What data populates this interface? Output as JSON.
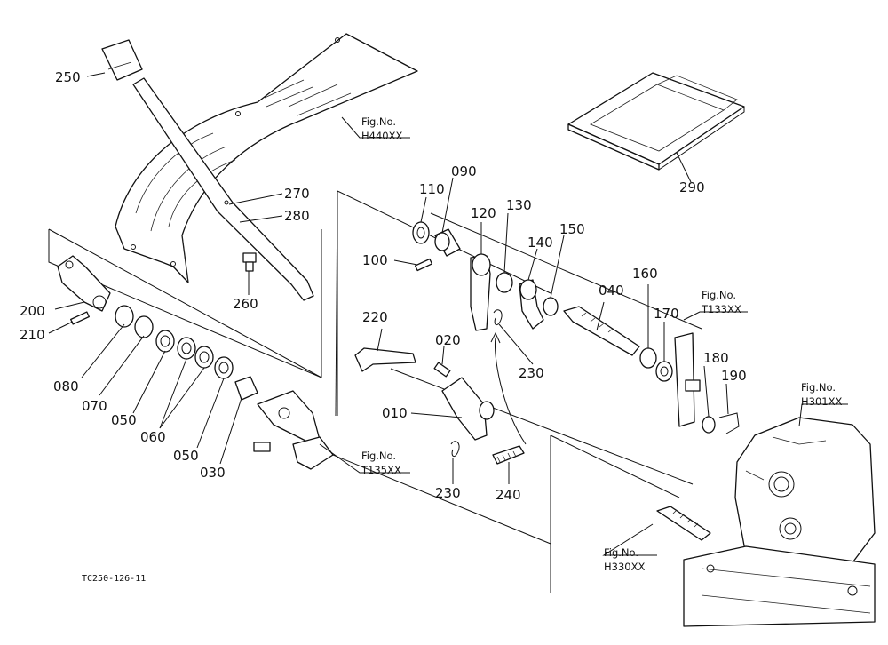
{
  "parts": {
    "p250": "250",
    "p270": "270",
    "p280": "280",
    "p260": "260",
    "p200": "200",
    "p210": "210",
    "p080": "080",
    "p070": "070",
    "p050a": "050",
    "p060": "060",
    "p050b": "050",
    "p030": "030",
    "p110": "110",
    "p090": "090",
    "p100": "100",
    "p120": "120",
    "p130": "130",
    "p140": "140",
    "p150": "150",
    "p040": "040",
    "p160": "160",
    "p170": "170",
    "p180": "180",
    "p190": "190",
    "p220": "220",
    "p020": "020",
    "p010": "010",
    "p230a": "230",
    "p230b": "230",
    "p240": "240",
    "p290": "290"
  },
  "fig_refs": {
    "h440": {
      "line1": "Fig.No.",
      "line2": "H440XX"
    },
    "t133": {
      "line1": "Fig.No.",
      "line2": "T133XX"
    },
    "h301": {
      "line1": "Fig.No.",
      "line2": "H301XX"
    },
    "t135": {
      "line1": "Fig.No.",
      "line2": "T135XX"
    },
    "h330": {
      "line1": "Fig.No.",
      "line2": "H330XX"
    }
  },
  "drawing_code": "TC250-126-11"
}
